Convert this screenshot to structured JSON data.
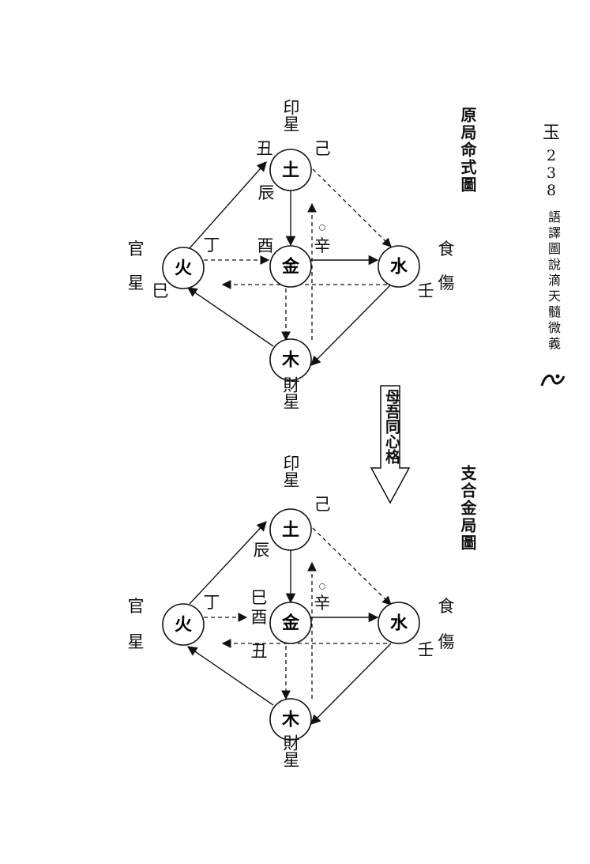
{
  "side": {
    "glyph": "玉",
    "page_digits": [
      "2",
      "3",
      "8"
    ],
    "book_title": "語譯圖說滴天髓微義"
  },
  "diagram1": {
    "title": "原局命式圖",
    "nodes": {
      "earth": "土",
      "fire": "火",
      "metal": "金",
      "water": "水",
      "wood": "木"
    },
    "labels": {
      "yin_star": "印星",
      "official_star_1": "官",
      "official_star_2": "星",
      "food_injury_1": "食",
      "food_injury_2": "傷",
      "wealth_star": "財星",
      "chou": "丑",
      "ji": "己",
      "chen": "辰",
      "ding": "丁",
      "you": "酉",
      "xin": "辛",
      "circle_mark": "○",
      "si": "巳",
      "ren": "壬"
    }
  },
  "transition_arrow": {
    "text": "母吾同心格"
  },
  "diagram2": {
    "title": "支合金局圖",
    "nodes": {
      "earth": "土",
      "fire": "火",
      "metal": "金",
      "water": "水",
      "wood": "木"
    },
    "labels": {
      "yin_star": "印星",
      "official_star_1": "官",
      "official_star_2": "星",
      "food_injury_1": "食",
      "food_injury_2": "傷",
      "wealth_star": "財星",
      "ji": "己",
      "chen": "辰",
      "ding": "丁",
      "si": "巳",
      "you": "酉",
      "chou": "丑",
      "xin": "辛",
      "circle_mark": "○",
      "ren": "壬"
    }
  }
}
